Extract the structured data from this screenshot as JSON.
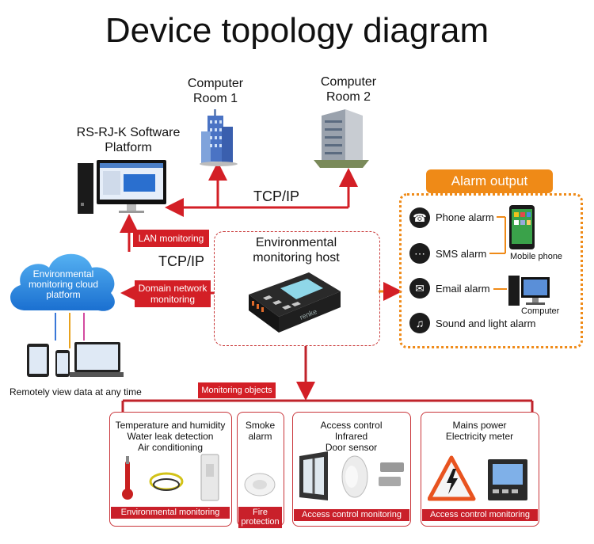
{
  "title": "Device topology diagram",
  "nodes": {
    "room1": "Computer Room 1",
    "room2": "Computer Room 2",
    "software": "RS-RJ-K Software Platform",
    "host": "Environmental monitoring host",
    "cloud": "Environmental monitoring cloud platform",
    "remote": "Remotely view data at any time",
    "host_brand": "renke"
  },
  "links": {
    "tcp_top": "TCP/IP",
    "tcp_mid": "TCP/IP",
    "lan": "LAN monitoring",
    "domain": "Domain network monitoring"
  },
  "alarm": {
    "header": "Alarm output",
    "items": [
      "Phone alarm",
      "SMS alarm",
      "Email alarm",
      "Sound and light alarm"
    ],
    "mobile": "Mobile phone",
    "computer": "Computer"
  },
  "monitoring": {
    "label": "Monitoring objects",
    "panels": [
      {
        "desc": "Temperature and humidity\nWater leak detection\nAir conditioning",
        "footer": "Environmental monitoring"
      },
      {
        "desc": "Smoke\nalarm",
        "footer": "Fire protection"
      },
      {
        "desc": "Access control\nInfrared\nDoor sensor",
        "footer": "Access control monitoring"
      },
      {
        "desc": "Mains power\nElectricity meter",
        "footer": "Access control monitoring"
      }
    ]
  },
  "colors": {
    "red": "#d31f26",
    "orange": "#ef8a17",
    "blue": "#2a8ae0"
  }
}
